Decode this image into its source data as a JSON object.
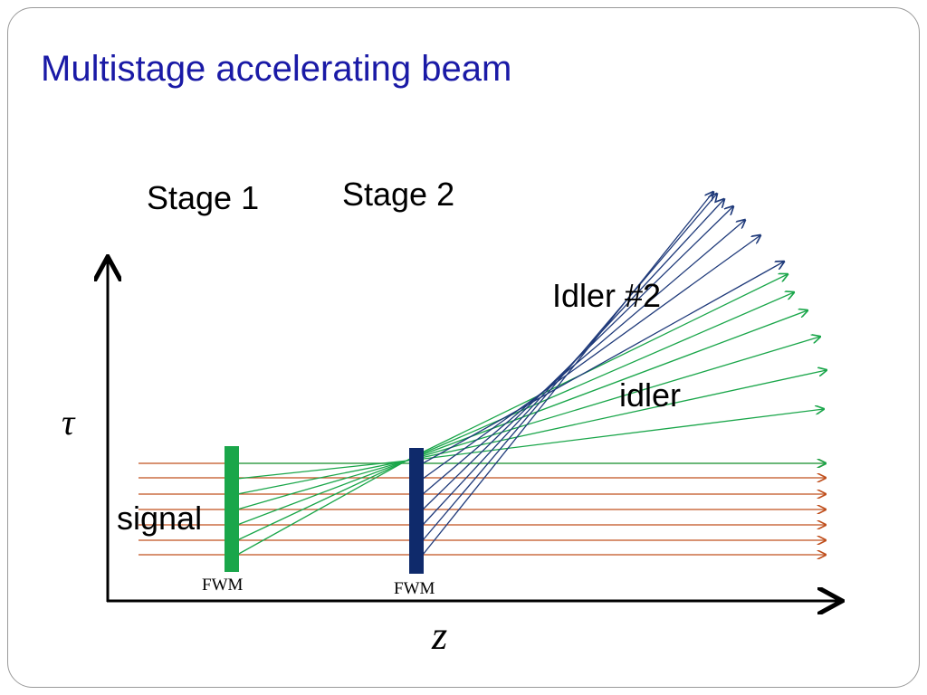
{
  "slide": {
    "title": "Multistage accelerating beam"
  },
  "diagram": {
    "axes": {
      "y_label": "τ",
      "x_label": "z"
    },
    "stage_labels": [
      "Stage 1",
      "Stage 2"
    ],
    "element_labels": {
      "idler2": "Idler #2",
      "idler": "idler",
      "signal": "signal"
    },
    "crystals": [
      {
        "label": "FWM",
        "color": "#1aa64a"
      },
      {
        "label": "FWM",
        "color": "#0f2a6b"
      }
    ],
    "colors": {
      "signal": "#c0501e",
      "idler": "#1aa64a",
      "idler2": "#1f3a7a",
      "axis": "#000000",
      "title": "#1a1aa6"
    }
  }
}
